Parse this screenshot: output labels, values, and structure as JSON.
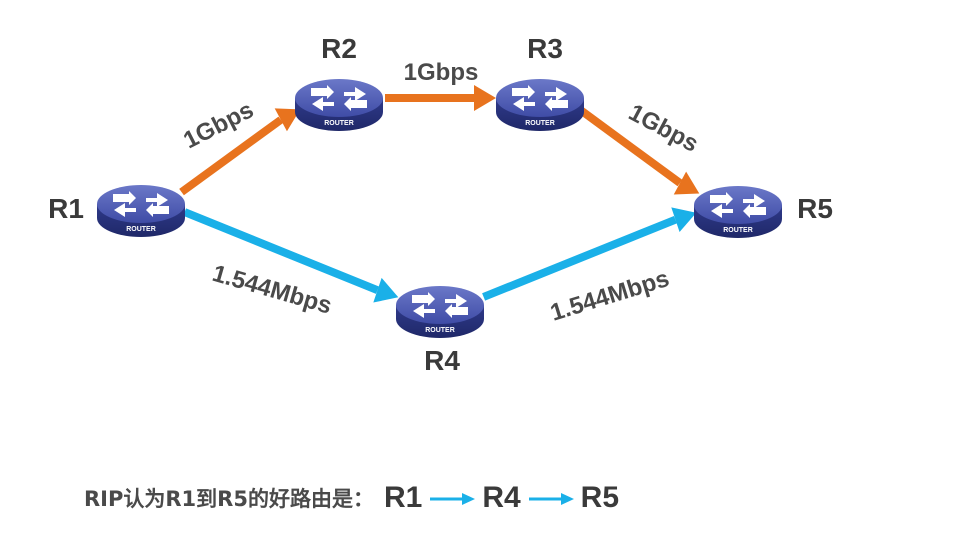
{
  "diagram": {
    "routers": [
      {
        "id": "R1",
        "label": "R1",
        "tag": "ROUTER"
      },
      {
        "id": "R2",
        "label": "R2",
        "tag": "ROUTER"
      },
      {
        "id": "R3",
        "label": "R3",
        "tag": "ROUTER"
      },
      {
        "id": "R4",
        "label": "R4",
        "tag": "ROUTER"
      },
      {
        "id": "R5",
        "label": "R5",
        "tag": "ROUTER"
      }
    ],
    "links": [
      {
        "from": "R1",
        "to": "R2",
        "bandwidth": "1Gbps",
        "color": "#e8731e"
      },
      {
        "from": "R2",
        "to": "R3",
        "bandwidth": "1Gbps",
        "color": "#e8731e"
      },
      {
        "from": "R3",
        "to": "R5",
        "bandwidth": "1Gbps",
        "color": "#e8731e"
      },
      {
        "from": "R1",
        "to": "R4",
        "bandwidth": "1.544Mbps",
        "color": "#1ab0e8"
      },
      {
        "from": "R4",
        "to": "R5",
        "bandwidth": "1.544Mbps",
        "color": "#1ab0e8"
      }
    ],
    "router_color": "#3d4aa0",
    "path_arrow_color": "#1ab0e8"
  },
  "caption": {
    "text": "RIP认为R1到R5的好路由是：",
    "path": [
      "R1",
      "R4",
      "R5"
    ]
  }
}
